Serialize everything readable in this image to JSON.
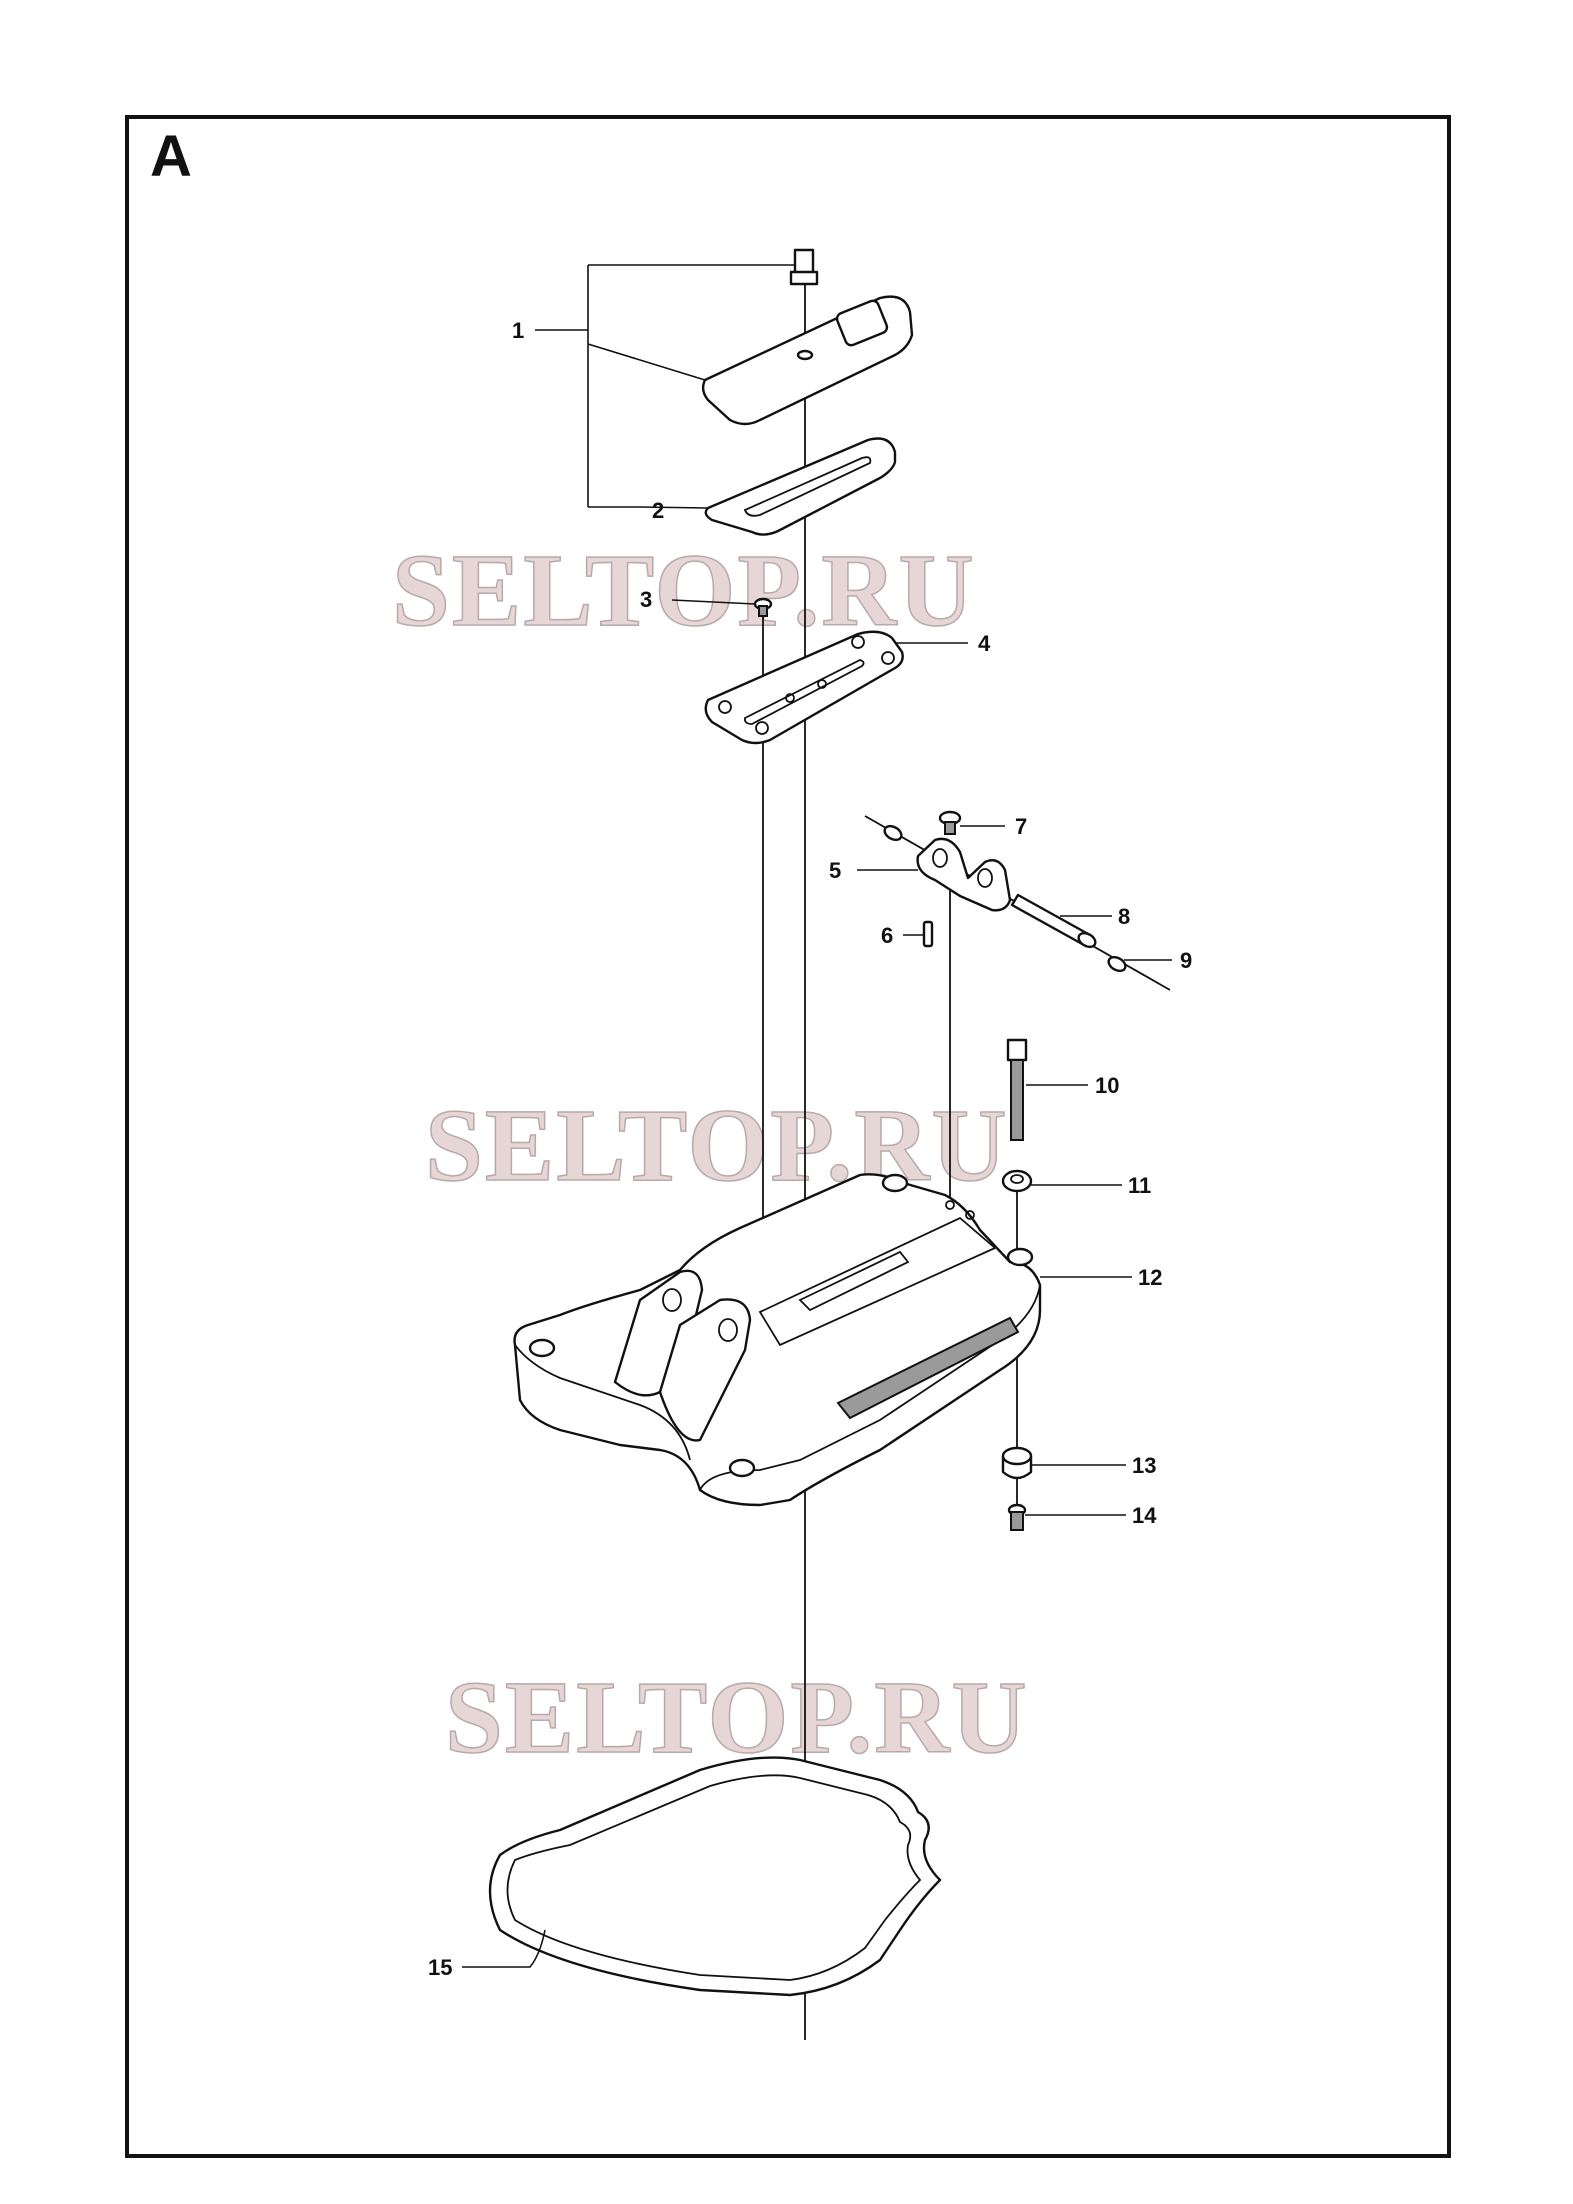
{
  "diagram": {
    "section_letter": "A",
    "watermark": "SELTOP.RU",
    "callouts": [
      "1",
      "2",
      "3",
      "4",
      "5",
      "6",
      "7",
      "8",
      "9",
      "10",
      "11",
      "12",
      "13",
      "14",
      "15"
    ]
  }
}
